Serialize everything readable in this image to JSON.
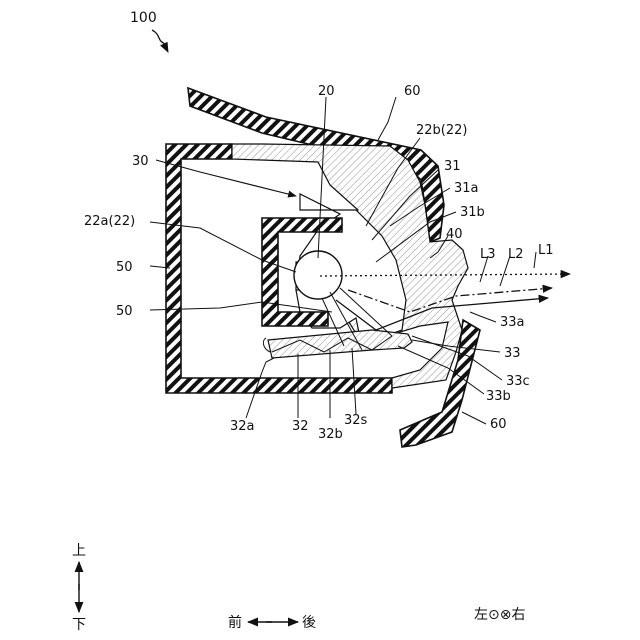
{
  "figure": {
    "ref_number": "100",
    "labels": {
      "l20": "20",
      "l60_top": "60",
      "l22b": "22b(22)",
      "l30": "30",
      "l31": "31",
      "l31a": "31a",
      "l31b": "31b",
      "l22a": "22a(22)",
      "l40": "40",
      "l3": "L3",
      "l2": "L2",
      "l1": "L1",
      "l50_upper": "50",
      "l50_lower": "50",
      "l33a": "33a",
      "l33": "33",
      "l33c": "33c",
      "l33b": "33b",
      "l32a": "32a",
      "l32": "32",
      "l32b": "32b",
      "l32s": "32s",
      "l60_bottom": "60"
    },
    "directions": {
      "up": "上",
      "down": "下",
      "front": "前",
      "back": "後",
      "lr": "左⊙⊗右"
    }
  }
}
